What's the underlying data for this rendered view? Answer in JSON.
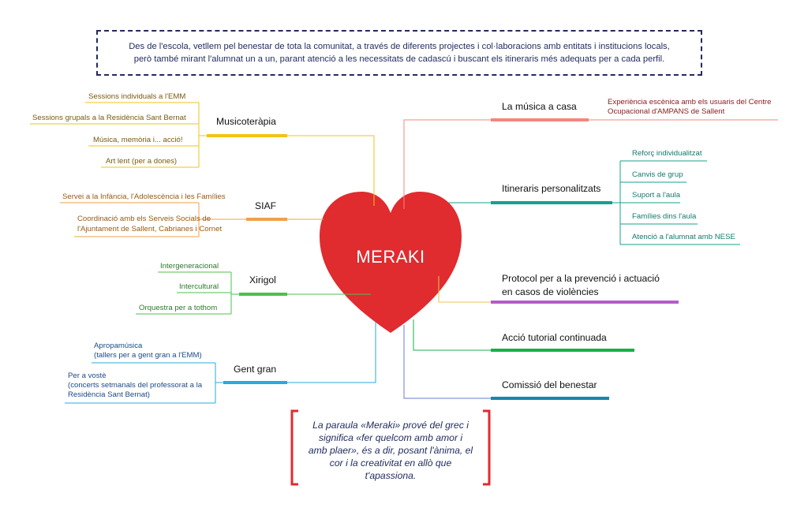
{
  "intro": {
    "line1": "Des de l'escola, vetllem pel benestar de tota la comunitat, a través de diferents projectes i col·laboracions amb entitats i institucions locals,",
    "line2": "però també mirant l'alumnat un a un, parant atenció a les necessitats de cadascú i buscant els itineraris més adequats per a cada perfil."
  },
  "center": {
    "label": "MERAKI",
    "color": "#e02b2f"
  },
  "left_branches": {
    "musicoterapia": {
      "label": "Musicoteràpia",
      "color": "#f2c318",
      "items": [
        "Sessions individuals a l'EMM",
        "Sessions grupals a la Residència Sant Bernat",
        "Música, memòria i... acció!",
        "Art lent (per a dones)"
      ]
    },
    "siaf": {
      "label": "SIAF",
      "color": "#f0a04a",
      "items": [
        "Servei a la Infància, l'Adolescència i les Famílies"
      ],
      "item2_lines": [
        "Coordinació amb els Serveis Socials de",
        "l'Ajuntament de Sallent, Cabrianes i Cornet"
      ]
    },
    "xirigol": {
      "label": "Xirigol",
      "color": "#4cc04c",
      "items": [
        "Intergeneracional",
        "Intercultural",
        "Orquestra per a tothom"
      ]
    },
    "gent_gran": {
      "label": "Gent gran",
      "color": "#2aa8df",
      "item1_lines": [
        "Apropamúsica",
        "(tallers per a gent gran a l'EMM)"
      ],
      "item2_lines": [
        "Per a vostè",
        "(concerts setmanals del professorat a la",
        "Residència Sant Bernat)"
      ]
    }
  },
  "right_branches": {
    "musica_casa": {
      "label": "La música a casa",
      "color": "#f2877e",
      "item_lines": [
        "Experiència escènica amb els usuaris del Centre",
        "Ocupacional d'AMPANS de Sallent"
      ]
    },
    "itineraris": {
      "label": "Itineraris personalitzats",
      "color": "#17a091",
      "items": [
        "Reforç individualitzat",
        "Canvis de grup",
        "Suport a l'aula",
        "Famílies dins l'aula",
        "Atenció a l'alumnat amb NESE"
      ]
    },
    "protocol": {
      "label_lines": [
        "Protocol per a la prevenció i actuació",
        "en casos de violències"
      ],
      "color": "#b45cc8"
    },
    "accio_tutorial": {
      "label": "Acció tutorial continuada",
      "color": "#17b04a"
    },
    "comissio": {
      "label": "Comissió del benestar",
      "color": "#1a85b0"
    }
  },
  "quote": {
    "lines": [
      "La paraula «Meraki» prové del grec i",
      "significa «fer quelcom amb amor i",
      "amb plaer», és a dir, posant l'ànima, el",
      "cor i la creativitat en allò que",
      "t'apassiona."
    ],
    "bracket_color": "#e02b2f"
  }
}
